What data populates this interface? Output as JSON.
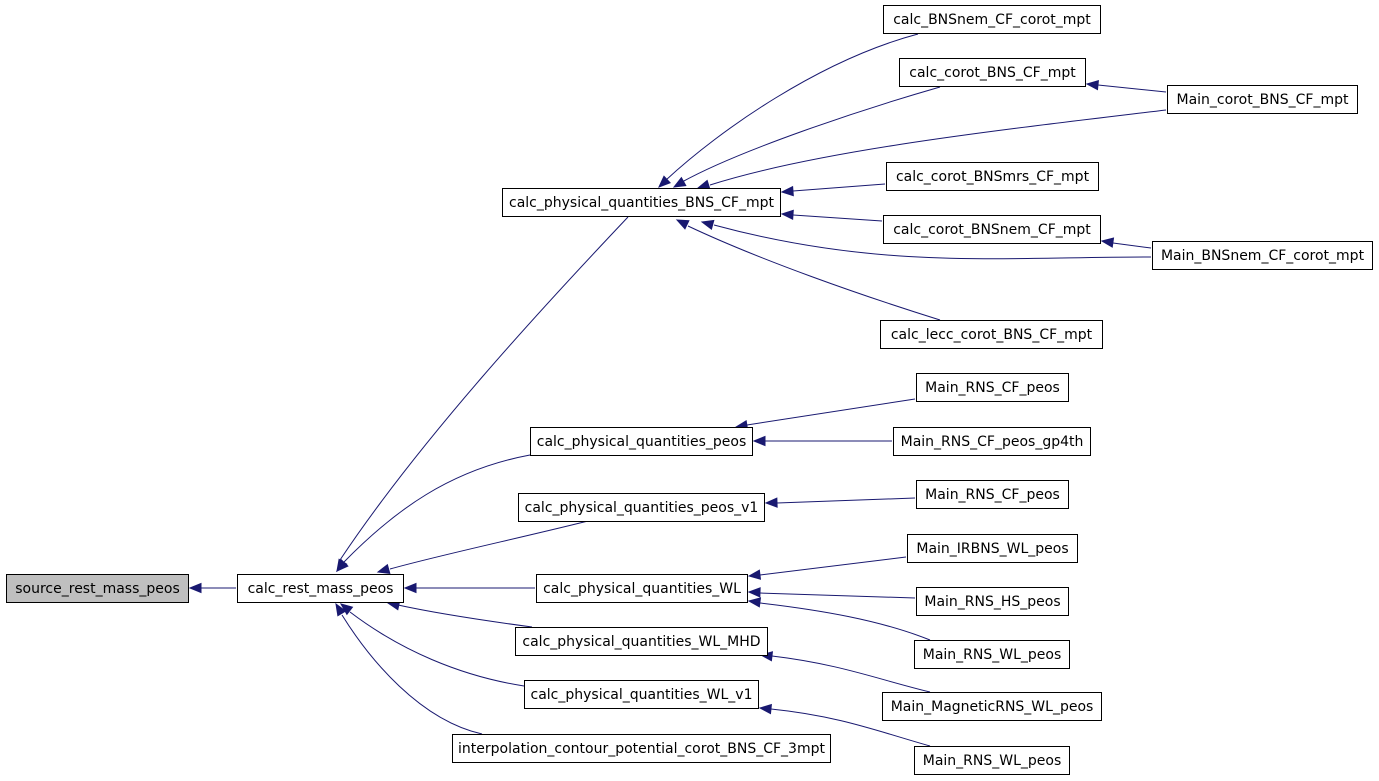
{
  "graph": {
    "nodes": [
      {
        "id": "source_rest_mass_peos",
        "label": "source_rest_mass_peos",
        "root": true
      },
      {
        "id": "calc_rest_mass_peos",
        "label": "calc_rest_mass_peos"
      },
      {
        "id": "calc_physical_quantities_BNS_CF_mpt",
        "label": "calc_physical_quantities_BNS_CF_mpt"
      },
      {
        "id": "calc_physical_quantities_peos",
        "label": "calc_physical_quantities_peos"
      },
      {
        "id": "calc_physical_quantities_peos_v1",
        "label": "calc_physical_quantities_peos_v1"
      },
      {
        "id": "calc_physical_quantities_WL",
        "label": "calc_physical_quantities_WL"
      },
      {
        "id": "calc_physical_quantities_WL_MHD",
        "label": "calc_physical_quantities_WL_MHD"
      },
      {
        "id": "calc_physical_quantities_WL_v1",
        "label": "calc_physical_quantities_WL_v1"
      },
      {
        "id": "interpolation_contour_potential_corot_BNS_CF_3mpt",
        "label": "interpolation_contour_potential_corot_BNS_CF_3mpt"
      },
      {
        "id": "calc_BNSnem_CF_corot_mpt",
        "label": "calc_BNSnem_CF_corot_mpt"
      },
      {
        "id": "calc_corot_BNS_CF_mpt",
        "label": "calc_corot_BNS_CF_mpt"
      },
      {
        "id": "calc_corot_BNSmrs_CF_mpt",
        "label": "calc_corot_BNSmrs_CF_mpt"
      },
      {
        "id": "calc_corot_BNSnem_CF_mpt",
        "label": "calc_corot_BNSnem_CF_mpt"
      },
      {
        "id": "calc_lecc_corot_BNS_CF_mpt",
        "label": "calc_lecc_corot_BNS_CF_mpt"
      },
      {
        "id": "Main_RNS_CF_peos_a",
        "label": "Main_RNS_CF_peos"
      },
      {
        "id": "Main_RNS_CF_peos_gp4th",
        "label": "Main_RNS_CF_peos_gp4th"
      },
      {
        "id": "Main_RNS_CF_peos_b",
        "label": "Main_RNS_CF_peos"
      },
      {
        "id": "Main_IRBNS_WL_peos",
        "label": "Main_IRBNS_WL_peos"
      },
      {
        "id": "Main_RNS_HS_peos",
        "label": "Main_RNS_HS_peos"
      },
      {
        "id": "Main_RNS_WL_peos_a",
        "label": "Main_RNS_WL_peos"
      },
      {
        "id": "Main_MagneticRNS_WL_peos",
        "label": "Main_MagneticRNS_WL_peos"
      },
      {
        "id": "Main_RNS_WL_peos_b",
        "label": "Main_RNS_WL_peos"
      },
      {
        "id": "Main_corot_BNS_CF_mpt",
        "label": "Main_corot_BNS_CF_mpt"
      },
      {
        "id": "Main_BNSnem_CF_corot_mpt",
        "label": "Main_BNSnem_CF_corot_mpt"
      }
    ],
    "edges": [
      {
        "from": "calc_rest_mass_peos",
        "to": "source_rest_mass_peos"
      },
      {
        "from": "calc_physical_quantities_BNS_CF_mpt",
        "to": "calc_rest_mass_peos"
      },
      {
        "from": "calc_physical_quantities_peos",
        "to": "calc_rest_mass_peos"
      },
      {
        "from": "calc_physical_quantities_peos_v1",
        "to": "calc_rest_mass_peos"
      },
      {
        "from": "calc_physical_quantities_WL",
        "to": "calc_rest_mass_peos"
      },
      {
        "from": "calc_physical_quantities_WL_MHD",
        "to": "calc_rest_mass_peos"
      },
      {
        "from": "calc_physical_quantities_WL_v1",
        "to": "calc_rest_mass_peos"
      },
      {
        "from": "interpolation_contour_potential_corot_BNS_CF_3mpt",
        "to": "calc_rest_mass_peos"
      },
      {
        "from": "calc_BNSnem_CF_corot_mpt",
        "to": "calc_physical_quantities_BNS_CF_mpt"
      },
      {
        "from": "calc_corot_BNS_CF_mpt",
        "to": "calc_physical_quantities_BNS_CF_mpt"
      },
      {
        "from": "Main_corot_BNS_CF_mpt",
        "to": "calc_physical_quantities_BNS_CF_mpt"
      },
      {
        "from": "calc_corot_BNSmrs_CF_mpt",
        "to": "calc_physical_quantities_BNS_CF_mpt"
      },
      {
        "from": "calc_corot_BNSnem_CF_mpt",
        "to": "calc_physical_quantities_BNS_CF_mpt"
      },
      {
        "from": "Main_BNSnem_CF_corot_mpt",
        "to": "calc_physical_quantities_BNS_CF_mpt"
      },
      {
        "from": "calc_lecc_corot_BNS_CF_mpt",
        "to": "calc_physical_quantities_BNS_CF_mpt"
      },
      {
        "from": "Main_corot_BNS_CF_mpt",
        "to": "calc_corot_BNS_CF_mpt"
      },
      {
        "from": "Main_BNSnem_CF_corot_mpt",
        "to": "calc_corot_BNSnem_CF_mpt"
      },
      {
        "from": "Main_RNS_CF_peos_a",
        "to": "calc_physical_quantities_peos"
      },
      {
        "from": "Main_RNS_CF_peos_gp4th",
        "to": "calc_physical_quantities_peos"
      },
      {
        "from": "Main_RNS_CF_peos_b",
        "to": "calc_physical_quantities_peos_v1"
      },
      {
        "from": "Main_IRBNS_WL_peos",
        "to": "calc_physical_quantities_WL"
      },
      {
        "from": "Main_RNS_HS_peos",
        "to": "calc_physical_quantities_WL"
      },
      {
        "from": "Main_RNS_WL_peos_a",
        "to": "calc_physical_quantities_WL"
      },
      {
        "from": "Main_MagneticRNS_WL_peos",
        "to": "calc_physical_quantities_WL_MHD"
      },
      {
        "from": "Main_RNS_WL_peos_b",
        "to": "calc_physical_quantities_WL_v1"
      }
    ],
    "colors": {
      "edge": "#191970",
      "node_border": "#000000",
      "root_fill": "#bfbfbf",
      "node_fill": "#ffffff"
    }
  }
}
